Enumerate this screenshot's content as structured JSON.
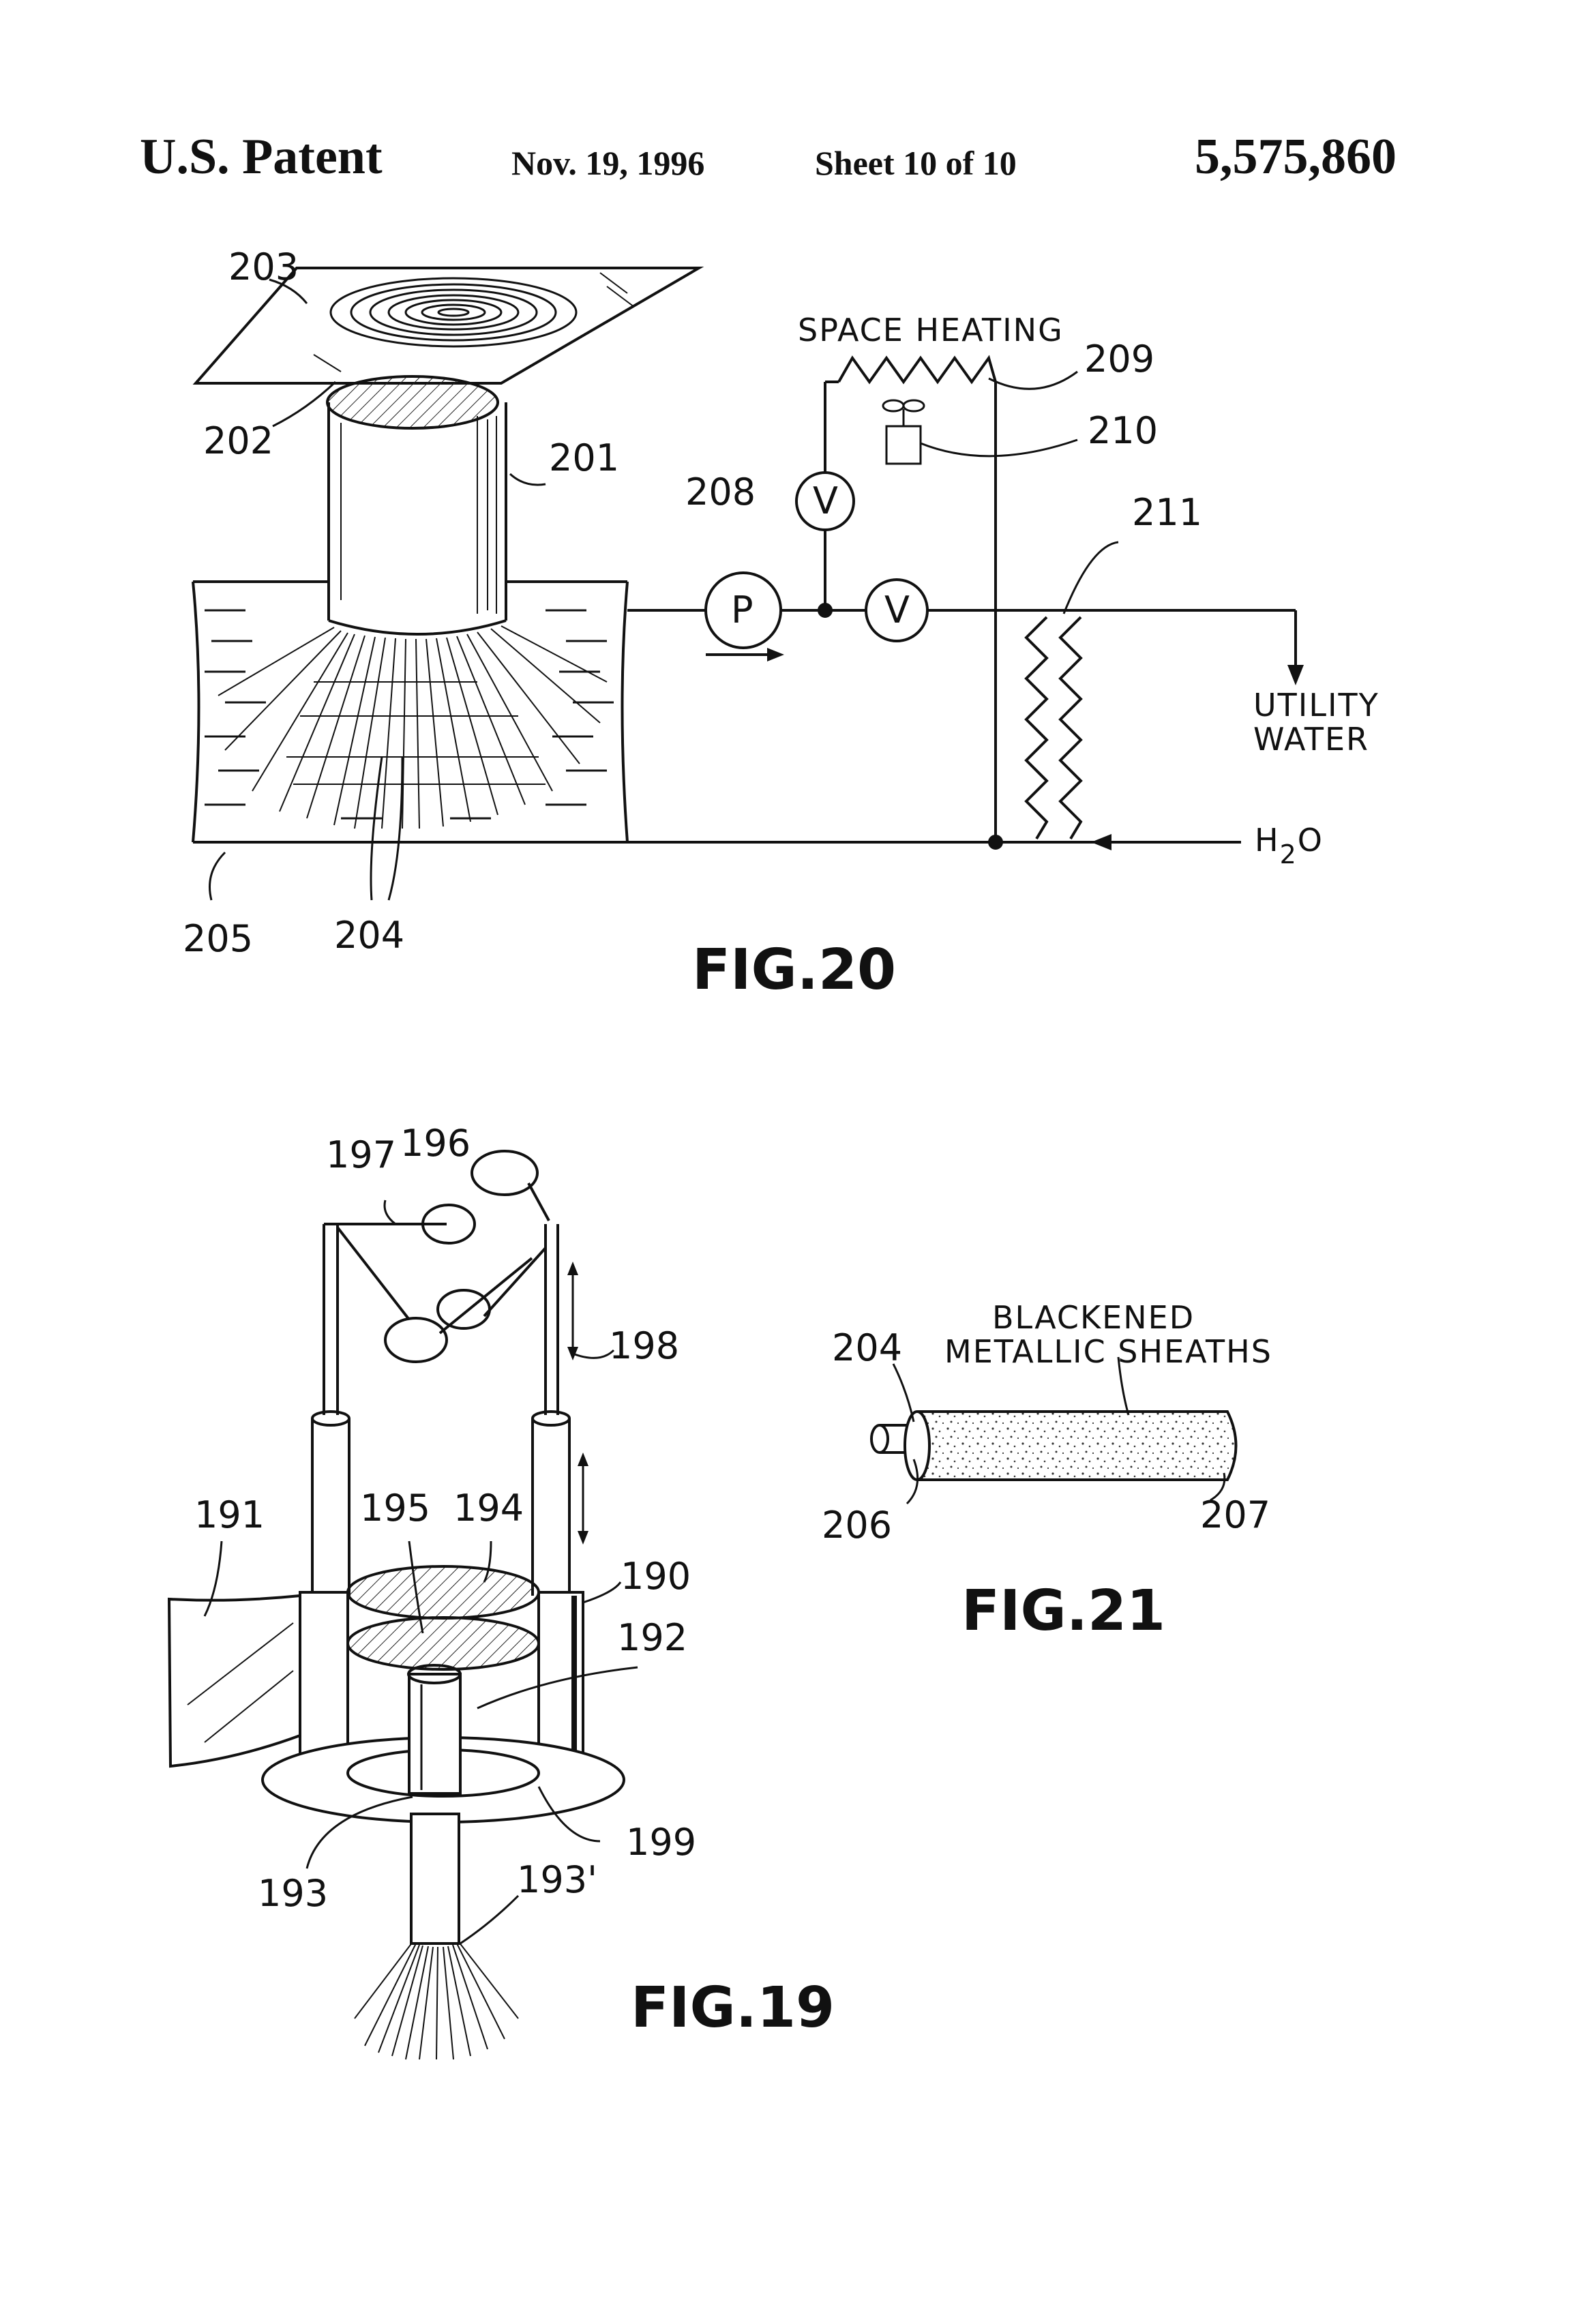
{
  "header": {
    "left": "U.S. Patent",
    "date": "Nov. 19, 1996",
    "sheet": "Sheet 10 of 10",
    "number": "5,575,860"
  },
  "fig20": {
    "caption": "FIG.20",
    "space_heating": "SPACE HEATING",
    "utility_1": "UTILITY",
    "utility_2": "WATER",
    "h2o_main": "H",
    "h2o_sub": "2",
    "h2o_tail": "O",
    "pump_letter": "P",
    "valve_letter": "V",
    "refs": [
      "203",
      "202",
      "201",
      "208",
      "209",
      "210",
      "211",
      "205",
      "204"
    ]
  },
  "fig19": {
    "caption": "FIG.19",
    "refs": [
      "197",
      "196",
      "198",
      "191",
      "195",
      "194",
      "190",
      "192",
      "193",
      "199",
      "193'"
    ]
  },
  "fig21": {
    "caption": "FIG.21",
    "label_1": "BLACKENED",
    "label_2": "METALLIC SHEATHS",
    "refs": [
      "204",
      "206",
      "207"
    ]
  }
}
